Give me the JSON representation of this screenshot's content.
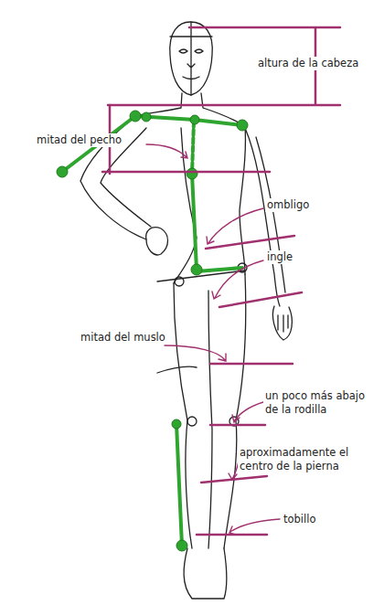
{
  "diagram": {
    "labels": [
      "altura de la cabeza",
      "mitad del pecho",
      "ombligo",
      "ingle",
      "mitad del muslo",
      "un poco más abajo de la rodilla",
      "aproximadamente el centro de la pierna",
      "tobillo"
    ]
  }
}
